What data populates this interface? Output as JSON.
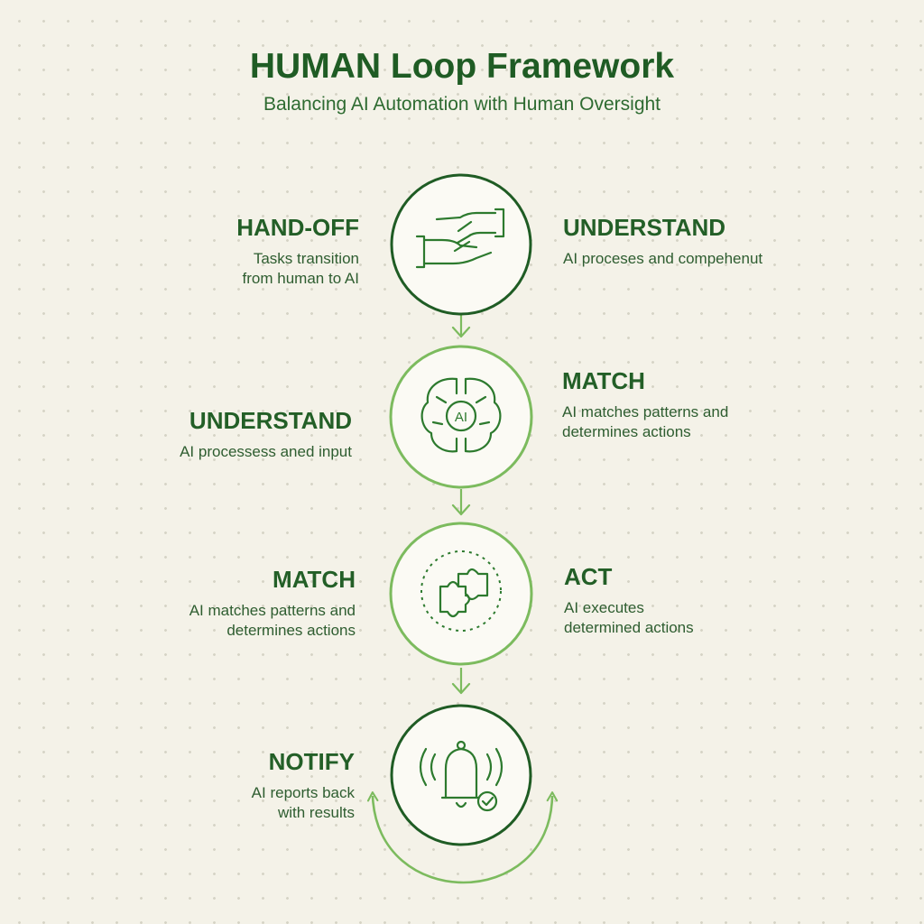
{
  "title": "HUMAN Loop Framework",
  "subtitle": "Balancing AI Automation with Human Oversight",
  "steps": [
    {
      "icon": "handoff-hands-icon",
      "left": {
        "heading": "HAND-OFF",
        "line1": "Tasks transition",
        "line2": "from human to AI"
      },
      "right": {
        "heading": "UNDERSTAND",
        "line1": "AI proceses and compehenut",
        "line2": ""
      }
    },
    {
      "icon": "ai-brain-icon",
      "icon_text": "AI",
      "left": {
        "heading": "UNDERSTAND",
        "line1": "AI processess aned input",
        "line2": ""
      },
      "right": {
        "heading": "MATCH",
        "line1": "AI matches patterns and",
        "line2": "determines actions"
      }
    },
    {
      "icon": "puzzle-piece-icon",
      "left": {
        "heading": "MATCH",
        "line1": "AI matches patterns and",
        "line2": "determines actions"
      },
      "right": {
        "heading": "ACT",
        "line1": "AI executes",
        "line2": "determined actions"
      }
    },
    {
      "icon": "bell-check-icon",
      "left": {
        "heading": "NOTIFY",
        "line1": "AI reports back",
        "line2": "with results"
      },
      "right": {
        "heading": "",
        "line1": "",
        "line2": ""
      }
    }
  ],
  "colors": {
    "background": "#f4f2e8",
    "dark_green": "#1f5c24",
    "light_green": "#7cbb5e",
    "text_green": "#2e5d30"
  }
}
